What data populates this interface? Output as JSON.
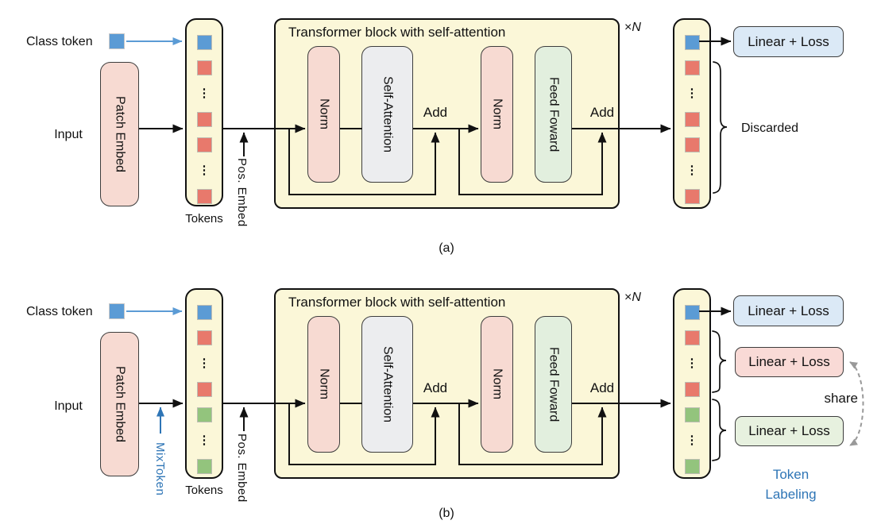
{
  "colors": {
    "container_yellow": "#FBF7D8",
    "norm_pink": "#F7DAD2",
    "self_attention_gray": "#ECEDEF",
    "feed_forward_green": "#E2EFDE",
    "loss_blue": "#DBE9F6",
    "loss_pink": "#F9DAD6",
    "loss_green": "#E7F1DF",
    "class_token_blue": "#5B9BD5",
    "patch_token_red": "#E8796C",
    "mixed_token_green": "#93C47D",
    "accent_blue": "#2E75B6",
    "share_gray": "#999999",
    "line_black": "#111111"
  },
  "diagram_a": {
    "caption": "(a)",
    "class_token_label": "Class token",
    "input_label": "Input",
    "patch_embed_label": "Patch Embed",
    "tokens_label": "Tokens",
    "pos_embed_label": "Pos. Embed",
    "transformer_title": "Transformer block with self-attention",
    "repeat_times": "×",
    "repeat_n": "N",
    "norm1_label": "Norm",
    "self_attention_label": "Self-Attention",
    "add1_label": "Add",
    "norm2_label": "Norm",
    "feed_forward_label": "Feed Foward",
    "add2_label": "Add",
    "linear_loss_label": "Linear + Loss",
    "discarded_label": "Discarded",
    "input_tokens": [
      "class-token",
      "patch-token",
      "ellipsis",
      "patch-token",
      "patch-token",
      "ellipsis",
      "patch-token"
    ],
    "output_tokens": [
      "class-token",
      "patch-token",
      "ellipsis",
      "patch-token",
      "patch-token",
      "ellipsis",
      "patch-token"
    ]
  },
  "diagram_b": {
    "caption": "(b)",
    "class_token_label": "Class token",
    "input_label": "Input",
    "patch_embed_label": "Patch Embed",
    "mixtoken_label": "MixToken",
    "tokens_label": "Tokens",
    "pos_embed_label": "Pos. Embed",
    "transformer_title": "Transformer block with self-attention",
    "repeat_times": "×",
    "repeat_n": "N",
    "norm1_label": "Norm",
    "self_attention_label": "Self-Attention",
    "add1_label": "Add",
    "norm2_label": "Norm",
    "feed_forward_label": "Feed Foward",
    "add2_label": "Add",
    "linear_loss_class_label": "Linear + Loss",
    "linear_loss_patch_label": "Linear + Loss",
    "linear_loss_mixed_label": "Linear + Loss",
    "share_label": "share",
    "token_labeling_label": "Token Labeling",
    "input_tokens": [
      "class-token",
      "patch-token",
      "ellipsis",
      "patch-token",
      "mixed-token",
      "ellipsis",
      "mixed-token"
    ],
    "output_tokens": [
      "class-token",
      "patch-token",
      "ellipsis",
      "patch-token",
      "mixed-token",
      "ellipsis",
      "mixed-token"
    ]
  }
}
